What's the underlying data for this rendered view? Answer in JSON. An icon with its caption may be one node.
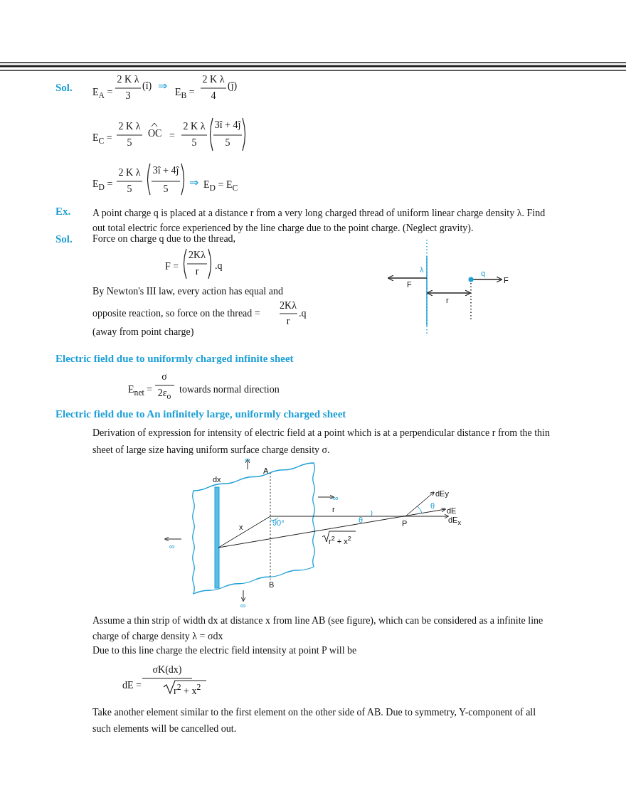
{
  "diagram": {
    "labels": [
      "Sol.",
      "E$_{A}$ =",
      "2 K λ",
      "3",
      "(î)",
      "⇒",
      "E$_{B}$ =",
      "2 K λ",
      "4",
      "(ĵ)",
      "E$_{C}$ =",
      "2 K λ",
      "5",
      "OC",
      "=",
      "2 K λ",
      "5",
      "3î + 4ĵ",
      "5",
      "E$_{D}$ =",
      "2 K λ",
      "5",
      "3î + 4ĵ",
      "5",
      "⇒",
      "E$_{D}$ = E$_{C}$",
      "Ex.",
      "A point charge q is placed at a distance r from a very long charged thread of uniform linear charge density λ. Find out total electric force experienced by the line charge due to the point charge. (Neglect gravity).",
      "Sol.",
      "Force on charge q due to the thread,",
      "F =",
      "2Kλ",
      "r",
      ".q",
      "By Newton's III law, every action has equal and",
      "opposite reaction, so force on the thread =",
      "2Kλ",
      "r",
      ".q",
      "(away from point charge)",
      "λ",
      "q",
      "F",
      "F",
      "r",
      "Electric field due to uniformly charged infinite sheet",
      "E$_{net}$ =",
      "σ",
      "2ε$_{o}$",
      "towards normal direction",
      "Electric field due to An infinitely large, uniformly charged sheet",
      "Derivation of expression for intensity of electric field at a point which is at a perpendicular distance r from the thin sheet of large size having uniform surface charge density σ.",
      "∞",
      "A",
      "dx",
      "dEy",
      "∞",
      "θ",
      "r",
      "dE",
      "x",
      "90°",
      "θ",
      "P",
      "dE$_{x}$",
      "∞",
      "r$^{2}$ + x$^{2}$",
      "B",
      "∞",
      "Assume a thin strip of width dx at distance x from line AB (see figure), which can be considered as a infinite line charge of charge density λ = σdx",
      "Due to this line charge the electric field  intensity at point P will be",
      "dE =",
      "σK(dx)",
      "r$^{2}$ + x$^{2}$",
      "Take another element similar to the first element on the other side of AB. Due to symmetry, Y-component of all such elements will be cancelled out."
    ]
  }
}
